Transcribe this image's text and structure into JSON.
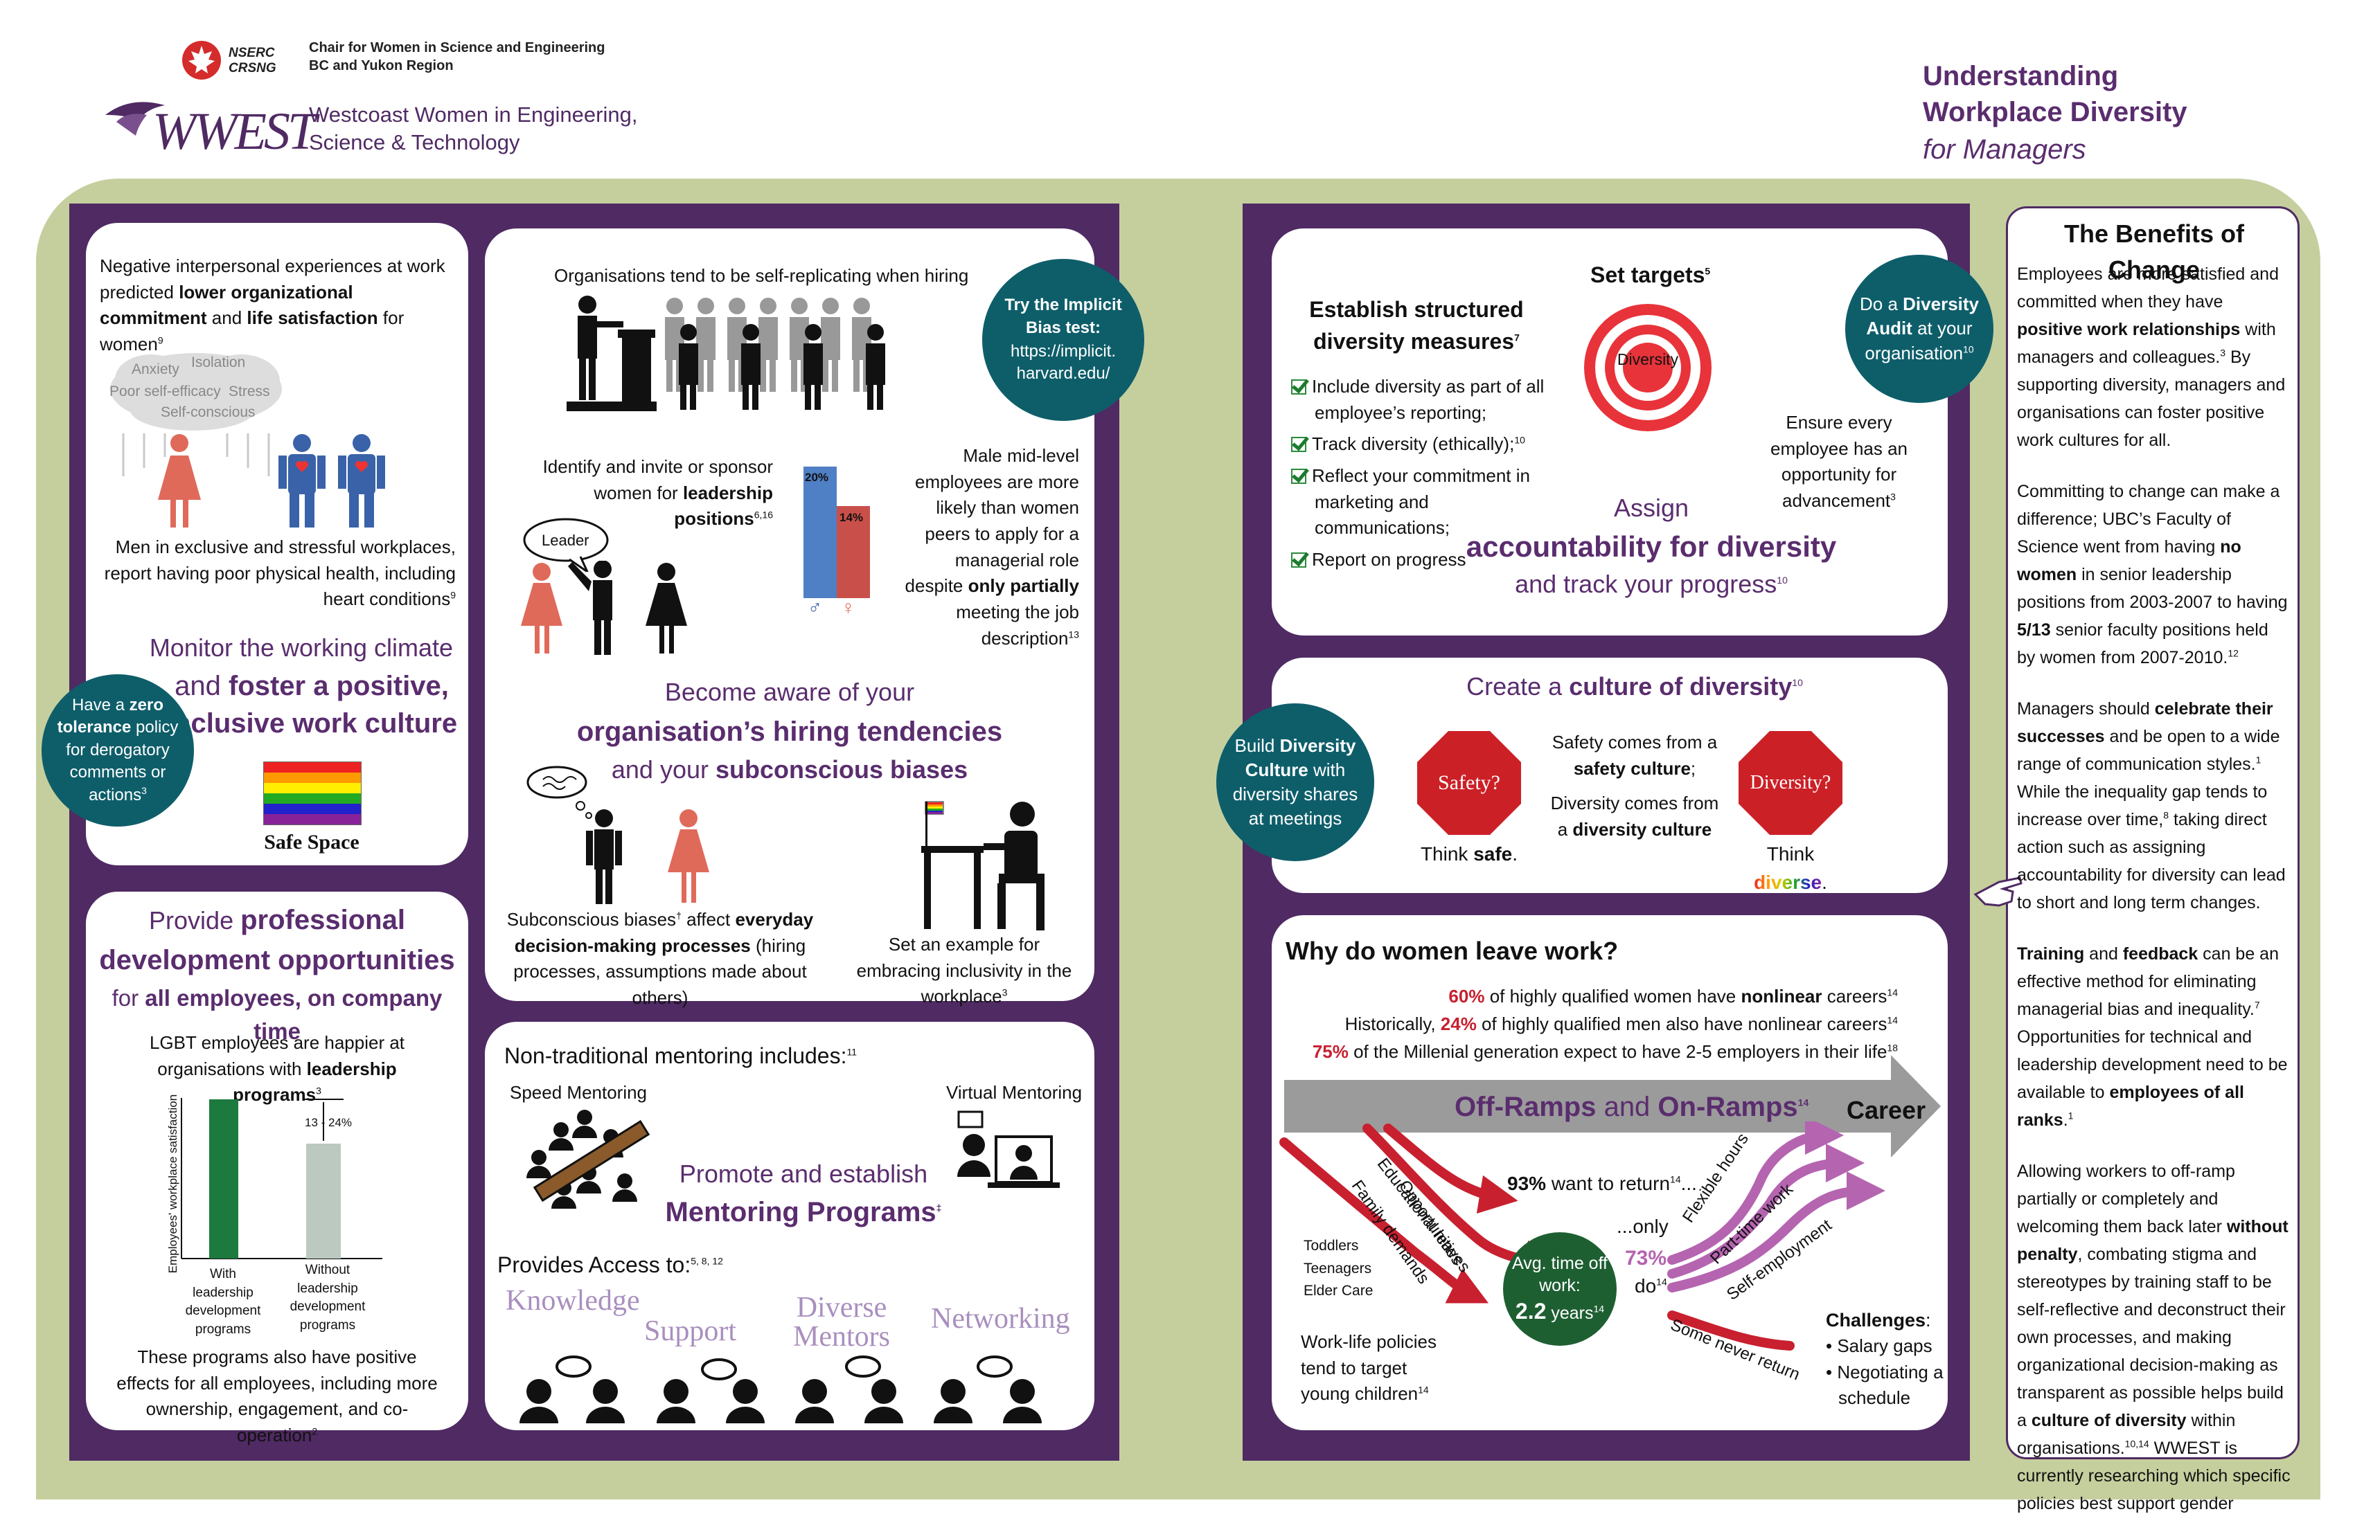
{
  "header": {
    "nserc_logo": "NSERC CRSNG",
    "chair_line1": "Chair for Women in Science and Engineering",
    "chair_line2": "BC and Yukon Region",
    "wwest_logo": "WWEST",
    "wwest_line1": "Westcoast Women in Engineering,",
    "wwest_line2": "Science & Technology",
    "title_line1": "Understanding",
    "title_line2": "Workplace Diversity",
    "title_line3": "for Managers"
  },
  "colors": {
    "purple": "#4f2a63",
    "green_frame": "#c5cf9e",
    "teal": "#0e5e6a",
    "red": "#c8202f"
  },
  "p1": {
    "intro_a": "Negative interpersonal experiences  at work predicted ",
    "intro_b": "lower  organizational commitment",
    "intro_c": " and ",
    "intro_d": "life satisfaction",
    "intro_e": " for  women",
    "intro_ref": "9",
    "cloud_words": [
      "Anxiety",
      "Isolation",
      "Poor self-efficacy",
      "Stress",
      "Self-conscious"
    ],
    "men_text": "Men in exclusive and stressful workplaces, report having poor physical health, including heart conditions",
    "men_ref": "9",
    "headline_a": "Monitor the working climate",
    "headline_b": "and ",
    "headline_c": "foster a positive, inclusive work culture",
    "flag_label": "Safe Space",
    "zero_a": "Have a ",
    "zero_b": "zero tolerance",
    "zero_c": " policy for derogatory comments or actions",
    "zero_ref": "3"
  },
  "p2": {
    "replicating": "Organisations tend to be self-replicating when hiring",
    "identify_a": "Identify and invite or sponsor women for ",
    "identify_b": "leadership positions",
    "identify_ref": "6,16",
    "leader_bubble": "Leader",
    "bar_male_label": "20%",
    "bar_female_label": "14%",
    "male_symbol": "♂",
    "female_symbol": "♀",
    "male_text_a": "Male mid-level employees are more likely than women peers to apply for a managerial role despite ",
    "male_text_b": "only partially",
    "male_text_c": " meeting the job description",
    "male_ref": "13",
    "implicit_a": "Try the Implicit Bias test:",
    "implicit_b": "https://implicit. harvard.edu/",
    "head_a": "Become aware of your",
    "head_b": "organisation’s hiring tendencies",
    "head_c": "and your ",
    "head_d": "subconscious biases",
    "bias_a": "Subconscious biases",
    "bias_dagger": "†",
    "bias_b": " affect ",
    "bias_c": "everyday decision-making processes",
    "bias_d": " (hiring processes, assumptions made about others)",
    "example_text": "Set an example for embracing inclusivity in the workplace",
    "example_ref": "3"
  },
  "p3": {
    "head_a": "Provide ",
    "head_b": "professional development opportunities",
    "head_c": "for ",
    "head_d": "all employees, on company time",
    "lgbt_a": "LGBT employees are happier at organisations with ",
    "lgbt_b": "leadership programs",
    "lgbt_ref": "3",
    "y_label": "Employees' workplace satisfaction",
    "gap_label": "13 - 24%",
    "bar1": "With leadership development programs",
    "bar2": "Without leadership development programs",
    "footer": "These programs also have positive effects for all employees, including more ownership, engagement, and co-operation",
    "footer_ref": "2"
  },
  "p4": {
    "title": "Non-traditional mentoring includes:",
    "title_ref": "11",
    "speed": "Speed Mentoring",
    "virtual": "Virtual Mentoring",
    "promote_a": "Promote and establish",
    "promote_b": "Mentoring Programs",
    "promote_mark": "‡",
    "access": "Provides Access to:",
    "access_ref": "5, 8, 12",
    "words": [
      "Knowledge",
      "Support",
      "Diverse Mentors",
      "Networking"
    ]
  },
  "p5": {
    "left_head": "Establish structured diversity measures",
    "left_ref": "7",
    "items": [
      "Include diversity as part of all employee’s reporting;",
      "Track diversity (ethically);",
      "Reflect your commitment in marketing and communications;",
      "Report on progress"
    ],
    "item2_ref": "10",
    "set_targets": "Set targets",
    "set_ref": "5",
    "target_label": "Diversity",
    "ensure": "Ensure every employee has an opportunity for advancement",
    "ensure_ref": "3",
    "assign": "Assign",
    "accountability": "accountability for diversity",
    "track": "and track your progress",
    "track_ref": "10",
    "audit_a": "Do a ",
    "audit_b": "Diversity Audit",
    "audit_c": " at your organisation",
    "audit_ref": "10"
  },
  "p6": {
    "title_a": "Create a ",
    "title_b": "culture of diversity",
    "title_ref": "10",
    "stop1": "Safety?",
    "stop2": "Diversity?",
    "mid_a": "Safety comes from a ",
    "mid_b": "safety culture",
    "mid_c": ";",
    "mid_d": "Diversity comes from a ",
    "mid_e": "diversity culture",
    "think1_a": "Think ",
    "think1_b": "safe",
    "think1_c": ".",
    "think2_a": "Think ",
    "think2_b": "diverse",
    "think2_c": ".",
    "build_a": "Build ",
    "build_b": "Diversity Culture",
    "build_c": " with diversity shares at meetings"
  },
  "p7": {
    "title": "Why do women leave work?",
    "s1_pct": "60%",
    "s1_a": " of highly qualified women have ",
    "s1_b": "nonlinear",
    "s1_c": " careers",
    "s1_ref": "14",
    "s2_a": "Historically, ",
    "s2_pct": "24%",
    "s2_b": " of highly qualified men also have nonlinear careers",
    "s2_ref": "14",
    "s3_pct": "75%",
    "s3_a": " of the Millenial generation expect to have 2-5 employers in their life",
    "s3_ref": "18",
    "arrow_a": "Off-Ramps",
    "arrow_b": " and ",
    "arrow_c": "On-Ramps",
    "arrow_ref": "14",
    "career": "Career",
    "off_ramps": [
      "Opportunities",
      "Educational leaves",
      "Family demands"
    ],
    "on_ramps": [
      "Flexible hours",
      "Part-time work",
      "Self-employment"
    ],
    "never": "Some never return",
    "want_a": "93%",
    "want_b": " want to return",
    "want_ref": "14",
    "want_c": "...",
    "only": "...only",
    "only_pct": "73%",
    "do": "do",
    "do_ref": "14",
    "avg_a": "Avg. time off work:",
    "avg_b": "2.2",
    "avg_c": " years",
    "avg_ref": "14",
    "groups": [
      "Toddlers",
      "Teenagers",
      "Elder Care"
    ],
    "policies": "Work-life policies tend to target young children",
    "policies_ref": "14",
    "challenges": "Challenges",
    "challenges_colon": ":",
    "challenge_items": [
      "Salary gaps",
      "Negotiating a schedule"
    ]
  },
  "benefits": {
    "title": "The Benefits of Change",
    "para1_a": "Employees are more satisfied and committed when they have ",
    "para1_b": "positive work relationships",
    "para1_c": " with managers and colleagues.",
    "para1_ref": "3",
    "para1_d": "  By supporting diversity, managers and organisations can foster positive work cultures for all.",
    "para2_a": "Committing to change can make a difference; UBC’s Faculty of Science went from having ",
    "para2_b": "no women",
    "para2_c": " in senior leadership positions from 2003-2007 to having ",
    "para2_d": "5/13",
    "para2_e": " senior faculty positions held by women from 2007-2010.",
    "para2_ref": "12",
    "para3_a": "Managers should ",
    "para3_b": "celebrate their successes",
    "para3_c": " and be open to a wide range of communication styles.",
    "para3_ref1": "1",
    "para3_d": " While the inequality gap tends to increase over time,",
    "para3_ref2": "8",
    "para3_e": " taking direct action such as assigning accountability for diversity can lead to short and long term changes.",
    "para4_a": "Training",
    "para4_b": " and ",
    "para4_c": "feedback",
    "para4_d": " can be an effective method for eliminating managerial bias and inequality.",
    "para4_ref1": "7",
    "para4_e": " Opportunities for technical and leadership development need to be available to ",
    "para4_f": "employees of all ranks",
    "para4_g": ".",
    "para4_ref2": "1",
    "para5_a": "Allowing workers to off-ramp partially or completely and welcoming them back later ",
    "para5_b": "without penalty",
    "para5_c": ", combating stigma and stereotypes by training staff to be self-reflective and deconstruct their own processes, and making organizational decision-making as transparent as possible helps build a ",
    "para5_d": "culture of diversity",
    "para5_e": "  within organisations.",
    "para5_ref": "10,14",
    "para5_f": " WWEST is currently researching which specific policies best support gender  diversity in the workplace.",
    "para5_mark": "Δ"
  }
}
